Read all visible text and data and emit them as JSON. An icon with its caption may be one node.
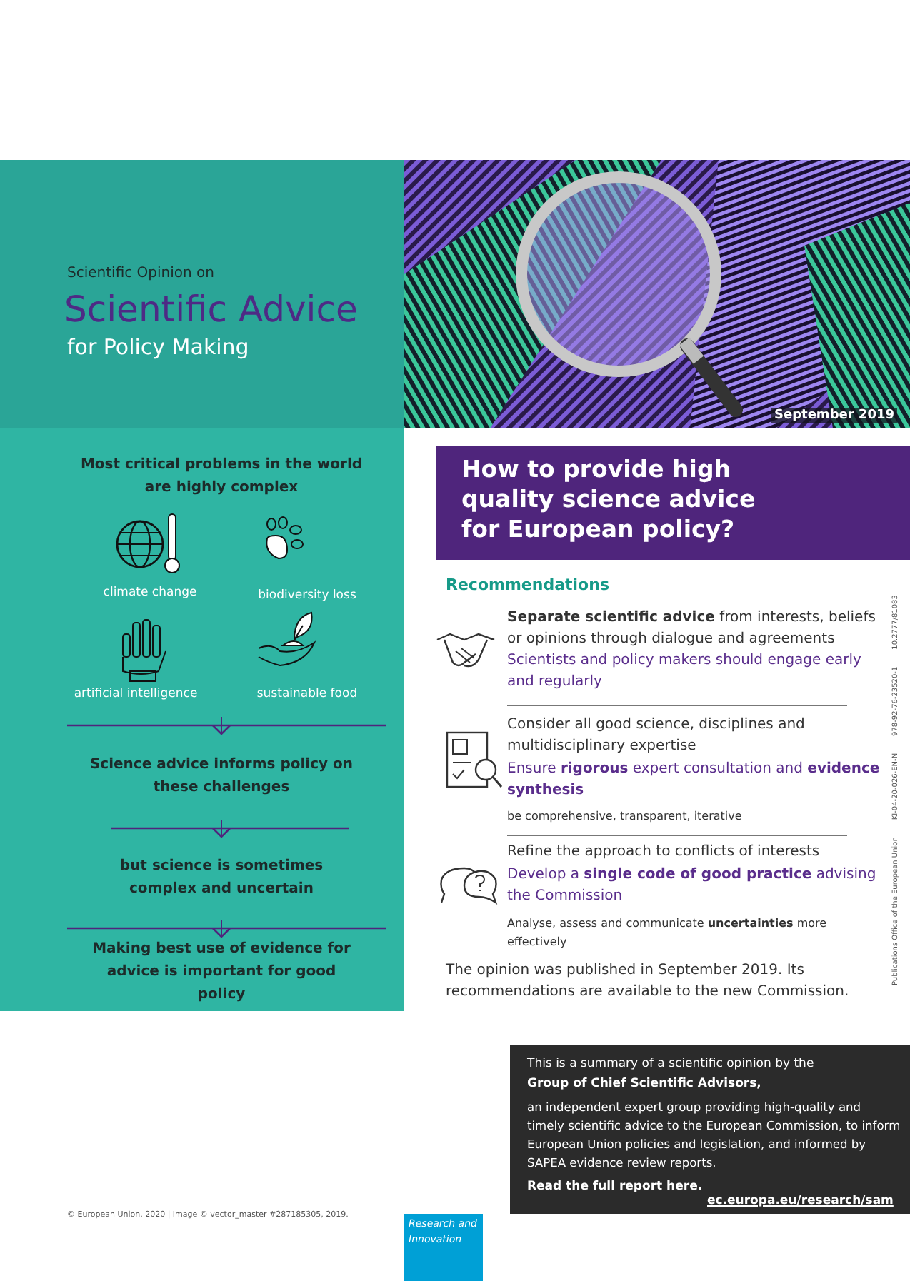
{
  "diagram": {
    "title": "Scientific Advice",
    "nodes": [
      {
        "text": [
          "Most critical problems in the world are highly complex",
          "climate change",
          "biodiversity loss",
          "artificial intelligence",
          "sustainable food"
        ]
      },
      {
        "text": [
          "Science advice informs policy on these challenges"
        ]
      },
      {
        "text": [
          "but science is sometimes complex and uncertain"
        ]
      },
      {
        "text": [
          "Making best use of evidence for advice is important for good policy"
        ]
      },
      {
        "text": [
          "How to provide high quality science advice for European policy?"
        ]
      },
      {
        "text": [
          "This is a summary of a scientific opinion by the **Group of Chief Scientific Advisors,**",
          "an independent expert group providing high-quality and timely scientific advice to the European Commission, to inform European Union policies and legislation, and informed by SAPEA evidence review reports.",
          "Read the full report here.",
          "ec.europa.eu/research/sam"
        ]
      },
      {
        "text": [
          "Research and Innovation"
        ]
      }
    ],
    "edges": [
      {
        "from": 0,
        "to": 1,
        "arrow": "to"
      },
      {
        "from": 1,
        "to": 2,
        "arrow": "to"
      },
      {
        "from": 2,
        "to": 3,
        "arrow": "to"
      }
    ],
    "labels": [
      "Scientific Opinion on",
      "for Policy Making",
      "September 2019",
      "Recommendations",
      "**Separate scientific advice** from interests, beliefs or opinions through dialogue and agreements",
      "Scientists and policy makers should engage early and regularly",
      "Consider all good science, disciplines and multidisciplinary expertise",
      "Ensure **rigorous** expert consultation and **evidence synthesis**",
      "be comprehensive, transparent, iterative",
      "Refine the approach to conflicts of interests",
      "Develop a **single code of good practice** advising the Commission",
      "Analyse, assess and communicate **uncertainties** more effectively",
      "The opinion was published in September 2019. Its recommendations are available to the new Commission.",
      "Publications Office of the European Union",
      "KI-04-20-026-EN-N",
      "978-92-76-23520-1",
      "10.2777/81083",
      "© European Union, 2020 | Image © vector_master #287185305, 2019."
    ]
  }
}
